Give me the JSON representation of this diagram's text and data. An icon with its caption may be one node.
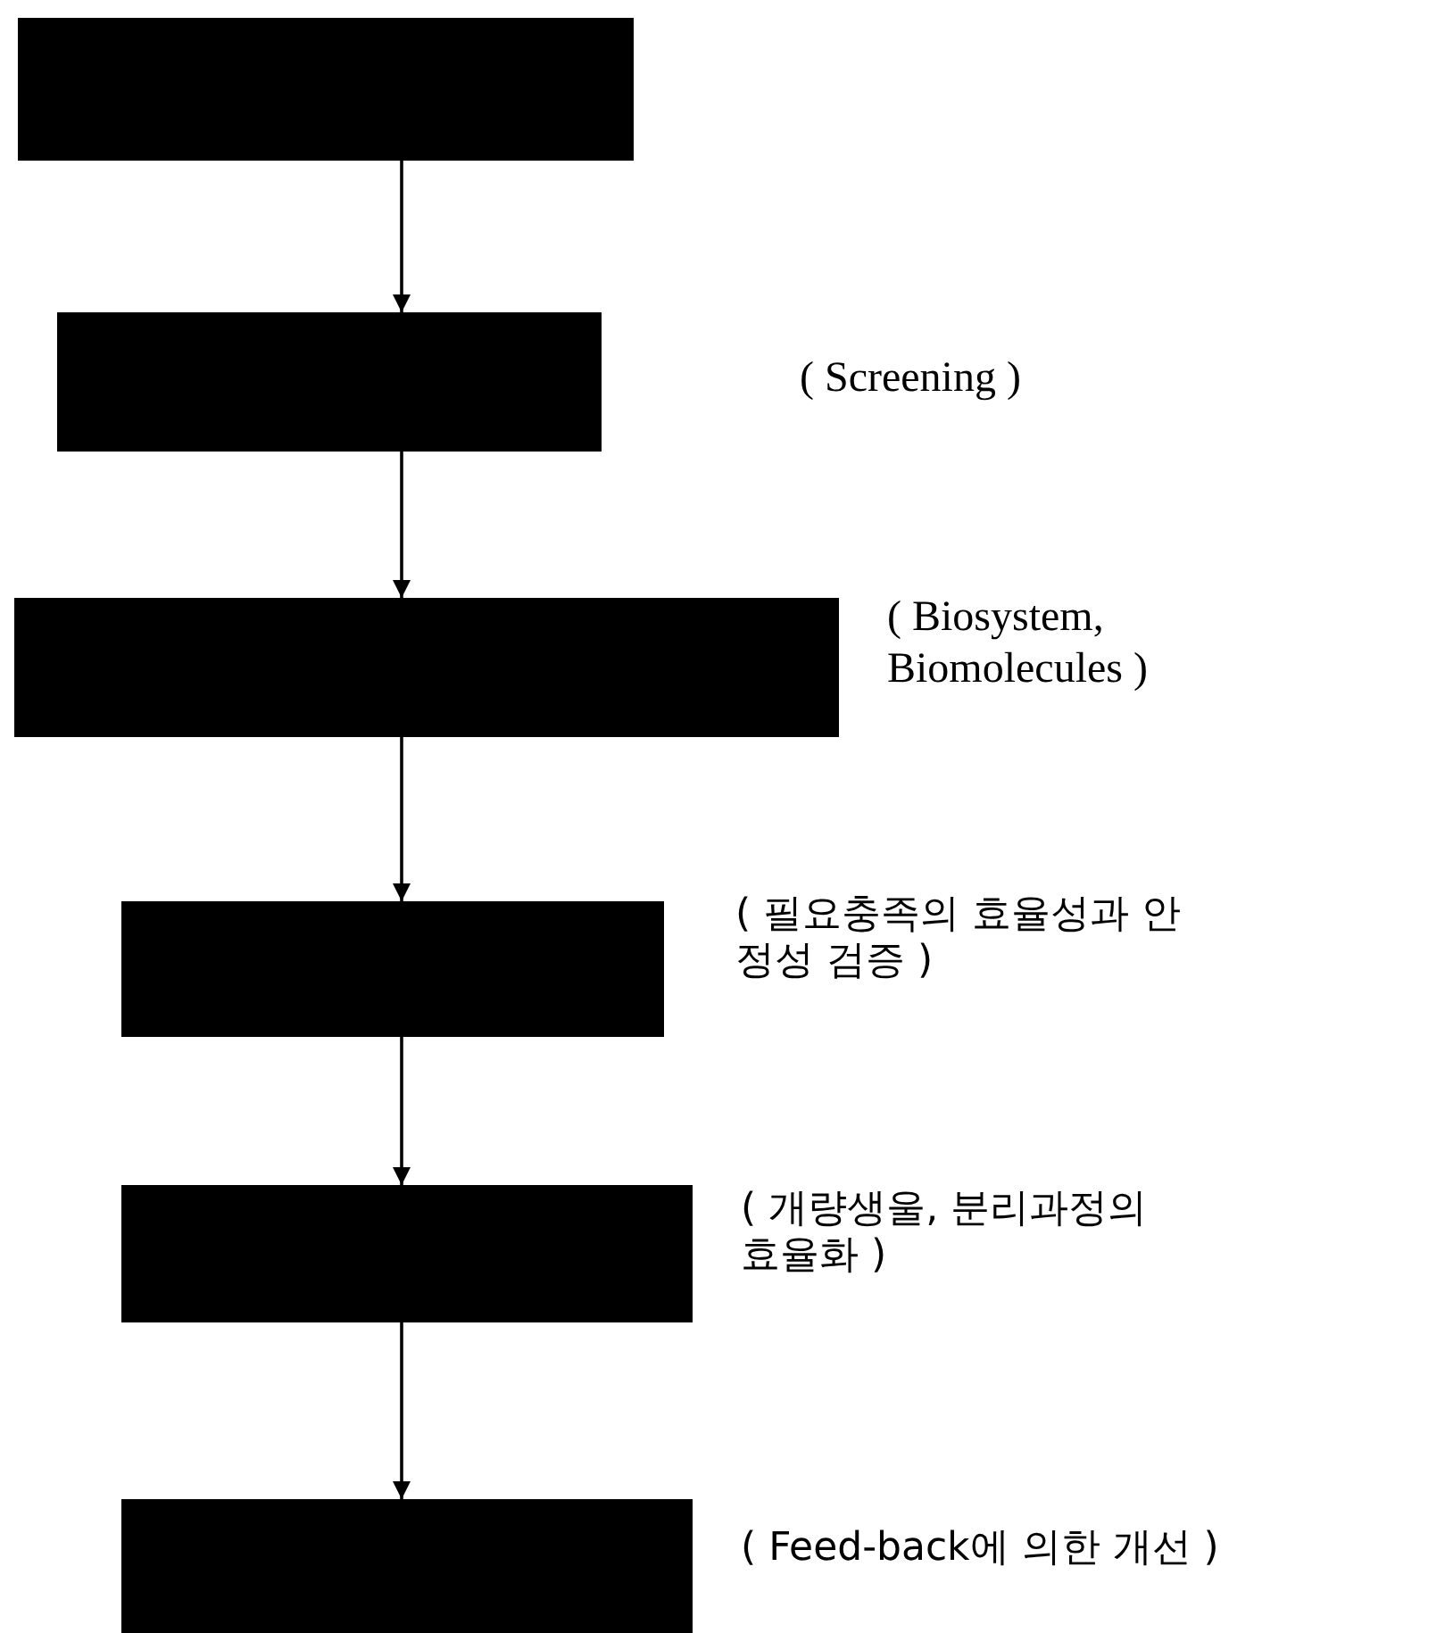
{
  "diagram": {
    "nodes": [
      {
        "text": [],
        "shape": "box"
      },
      {
        "text": [],
        "shape": "box"
      },
      {
        "text": [],
        "shape": "box",
        "beside": [
          "( Biosystem, Biomolecules )"
        ]
      },
      {
        "text": [],
        "shape": "box",
        "beside": [
          "( 필요충족의 효율성과 안정성 검증 )"
        ]
      },
      {
        "text": [],
        "shape": "box",
        "beside": [
          "( 개량생울, 분리과정의 효율화 )"
        ]
      },
      {
        "text": [],
        "shape": "box",
        "beside": [
          "( Feed-back에 의한 개선 )"
        ]
      }
    ],
    "edges": [
      {
        "from": 0,
        "to": 1,
        "arrow": "to"
      },
      {
        "from": 1,
        "to": 2,
        "arrow": "to"
      },
      {
        "from": 2,
        "to": 3,
        "arrow": "to"
      },
      {
        "from": 3,
        "to": 4,
        "arrow": "to"
      },
      {
        "from": 4,
        "to": 5,
        "arrow": "to"
      }
    ],
    "labels": [
      "( Screening )"
    ]
  }
}
